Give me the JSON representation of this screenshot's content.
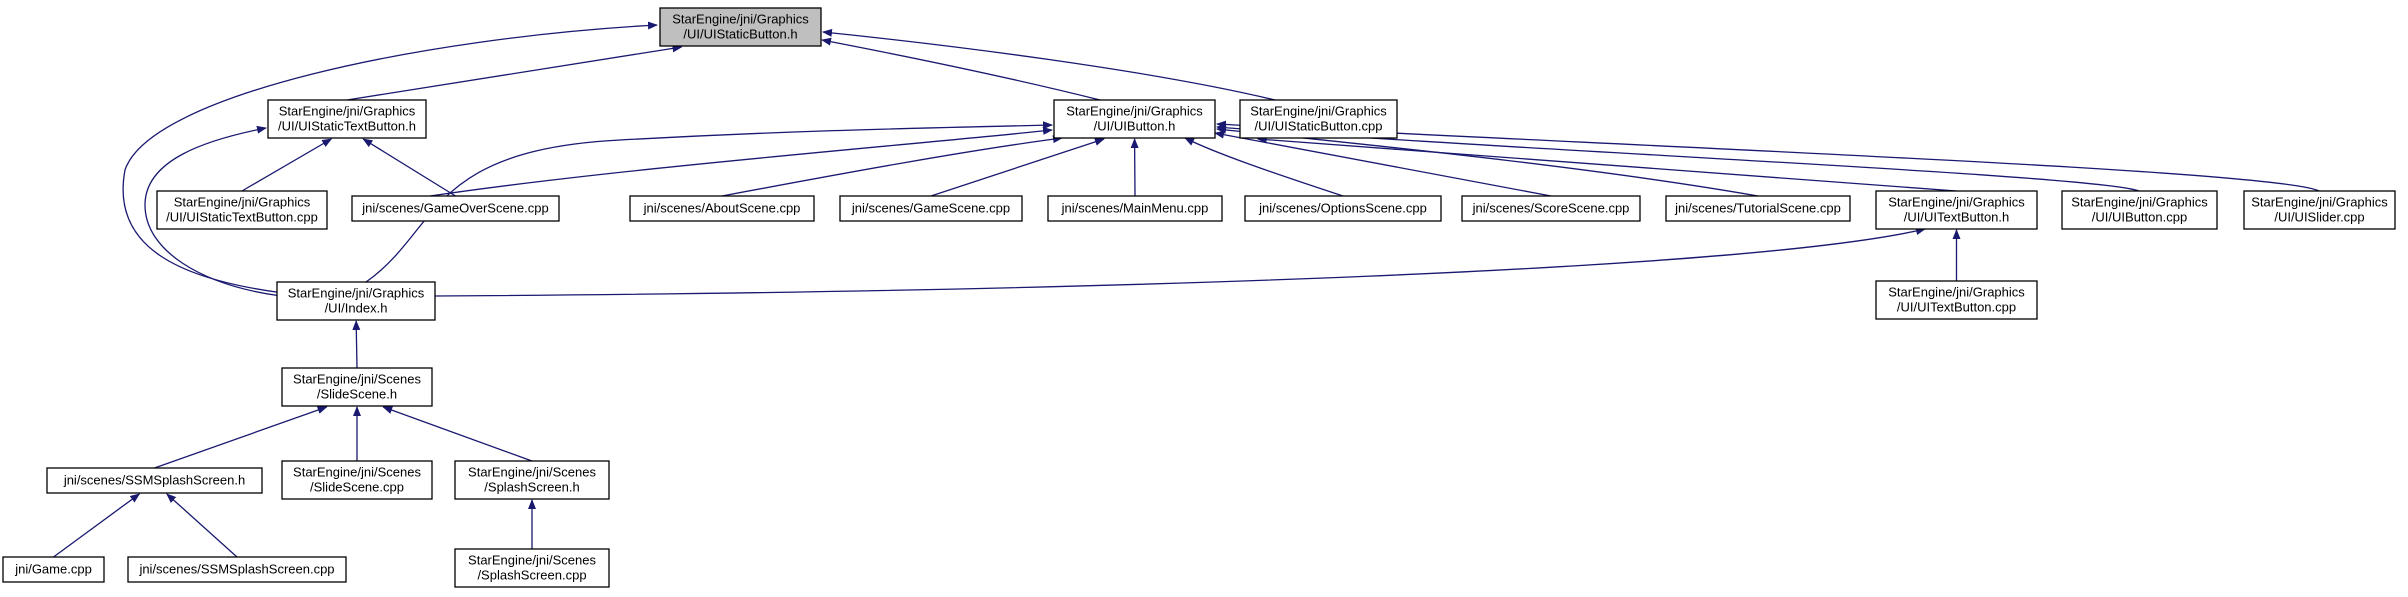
{
  "graph": {
    "title": "",
    "colors": {
      "edge": "#191970",
      "root_fill": "#bfbfbf",
      "node_fill": "#ffffff",
      "border": "#000000"
    },
    "nodes": [
      {
        "id": "n0",
        "lines": [
          "StarEngine/jni/Graphics",
          "/UI/UIStaticButton.h"
        ],
        "highlight": true
      },
      {
        "id": "n1",
        "lines": [
          "StarEngine/jni/Graphics",
          "/UI/UIStaticTextButton.h"
        ]
      },
      {
        "id": "n2",
        "lines": [
          "StarEngine/jni/Graphics",
          "/UI/UIButton.h"
        ]
      },
      {
        "id": "n3",
        "lines": [
          "StarEngine/jni/Graphics",
          "/UI/UIStaticButton.cpp"
        ]
      },
      {
        "id": "n4",
        "lines": [
          "StarEngine/jni/Graphics",
          "/UI/UIStaticTextButton.cpp"
        ]
      },
      {
        "id": "n5",
        "lines": [
          "jni/scenes/GameOverScene.cpp"
        ]
      },
      {
        "id": "n6",
        "lines": [
          "jni/scenes/AboutScene.cpp"
        ]
      },
      {
        "id": "n7",
        "lines": [
          "jni/scenes/GameScene.cpp"
        ]
      },
      {
        "id": "n8",
        "lines": [
          "jni/scenes/MainMenu.cpp"
        ]
      },
      {
        "id": "n9",
        "lines": [
          "jni/scenes/OptionsScene.cpp"
        ]
      },
      {
        "id": "n10",
        "lines": [
          "jni/scenes/ScoreScene.cpp"
        ]
      },
      {
        "id": "n11",
        "lines": [
          "jni/scenes/TutorialScene.cpp"
        ]
      },
      {
        "id": "n12",
        "lines": [
          "StarEngine/jni/Graphics",
          "/UI/UITextButton.h"
        ]
      },
      {
        "id": "n13",
        "lines": [
          "StarEngine/jni/Graphics",
          "/UI/UIButton.cpp"
        ]
      },
      {
        "id": "n14",
        "lines": [
          "StarEngine/jni/Graphics",
          "/UI/UISlider.cpp"
        ]
      },
      {
        "id": "n15",
        "lines": [
          "StarEngine/jni/Graphics",
          "/UI/Index.h"
        ]
      },
      {
        "id": "n16",
        "lines": [
          "StarEngine/jni/Graphics",
          "/UI/UITextButton.cpp"
        ]
      },
      {
        "id": "n17",
        "lines": [
          "StarEngine/jni/Scenes",
          "/SlideScene.h"
        ]
      },
      {
        "id": "n18",
        "lines": [
          "jni/scenes/SSMSplashScreen.h"
        ]
      },
      {
        "id": "n19",
        "lines": [
          "StarEngine/jni/Scenes",
          "/SlideScene.cpp"
        ]
      },
      {
        "id": "n20",
        "lines": [
          "StarEngine/jni/Scenes",
          "/SplashScreen.h"
        ]
      },
      {
        "id": "n21",
        "lines": [
          "jni/Game.cpp"
        ]
      },
      {
        "id": "n22",
        "lines": [
          "jni/scenes/SSMSplashScreen.cpp"
        ]
      },
      {
        "id": "n23",
        "lines": [
          "StarEngine/jni/Scenes",
          "/SplashScreen.cpp"
        ]
      }
    ],
    "edges": [
      {
        "from": "n1",
        "to": "n0"
      },
      {
        "from": "n2",
        "to": "n0"
      },
      {
        "from": "n3",
        "to": "n0"
      },
      {
        "from": "n15",
        "to": "n0"
      },
      {
        "from": "n4",
        "to": "n1"
      },
      {
        "from": "n5",
        "to": "n1"
      },
      {
        "from": "n15",
        "to": "n1"
      },
      {
        "from": "n5",
        "to": "n2"
      },
      {
        "from": "n6",
        "to": "n2"
      },
      {
        "from": "n7",
        "to": "n2"
      },
      {
        "from": "n8",
        "to": "n2"
      },
      {
        "from": "n9",
        "to": "n2"
      },
      {
        "from": "n10",
        "to": "n2"
      },
      {
        "from": "n11",
        "to": "n2"
      },
      {
        "from": "n12",
        "to": "n2"
      },
      {
        "from": "n13",
        "to": "n2"
      },
      {
        "from": "n14",
        "to": "n2"
      },
      {
        "from": "n15",
        "to": "n2"
      },
      {
        "from": "n15",
        "to": "n12"
      },
      {
        "from": "n16",
        "to": "n12"
      },
      {
        "from": "n17",
        "to": "n15"
      },
      {
        "from": "n18",
        "to": "n17"
      },
      {
        "from": "n19",
        "to": "n17"
      },
      {
        "from": "n20",
        "to": "n17"
      },
      {
        "from": "n21",
        "to": "n18"
      },
      {
        "from": "n22",
        "to": "n18"
      },
      {
        "from": "n23",
        "to": "n20"
      }
    ]
  }
}
